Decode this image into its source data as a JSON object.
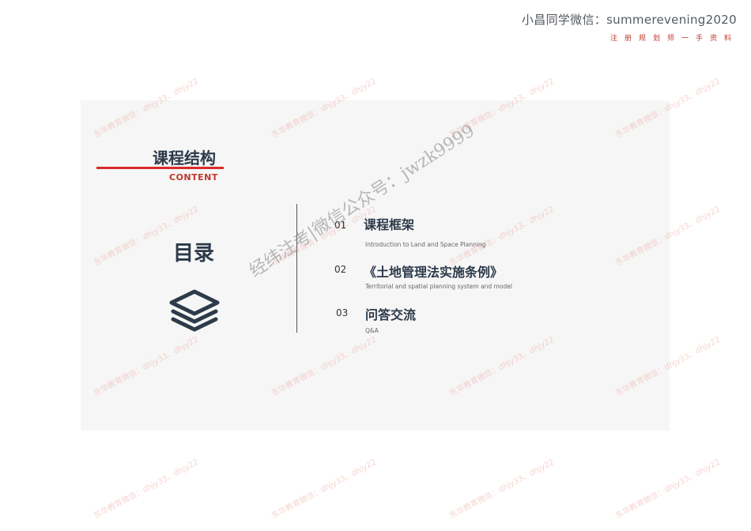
{
  "header": {
    "brand_title": "小昌同学微信：summerevening2020",
    "brand_subtitle": "注册规划师一手资料"
  },
  "slide": {
    "title_cn": "课程结构",
    "title_en": "CONTENT",
    "catalog_label": "目录",
    "items": [
      {
        "num": "01",
        "title": "课程框架",
        "subtitle": "Introduction to Land and Space Planning"
      },
      {
        "num": "02",
        "title": "《土地管理法实施条例》",
        "subtitle": "Territorial and spatial planning system and model"
      },
      {
        "num": "03",
        "title": "问答交流",
        "subtitle": "Q&A"
      }
    ]
  },
  "watermarks": {
    "diagonal": "经纬注考|微信公众号：jwzk9999",
    "tile": "东华教育微信：dhjy33、dhjy22"
  },
  "colors": {
    "accent_red": "#d92b2b",
    "title_dark": "#2c3a4a",
    "slide_bg": "#f6f6f6"
  }
}
